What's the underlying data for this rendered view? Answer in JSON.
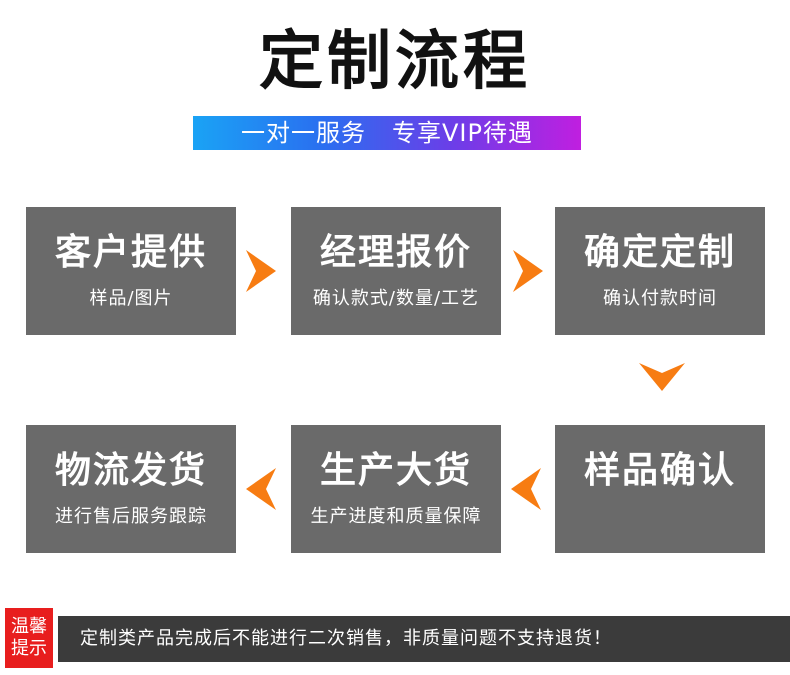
{
  "title": "定制流程",
  "subtitle": {
    "left": "一对一服务",
    "right": "专享VIP待遇",
    "gradient": [
      "#1aa3f5",
      "#2a6ff0",
      "#6b3ee8",
      "#c01fe0"
    ]
  },
  "colors": {
    "box": "#6a6a6a",
    "arrow": "#f77c12",
    "notice_badge": "#e81e1e",
    "notice_bar": "#3b3b3b"
  },
  "steps": [
    {
      "title": "客户提供",
      "sub": "样品/图片"
    },
    {
      "title": "经理报价",
      "sub": "确认款式/数量/工艺"
    },
    {
      "title": "确定定制",
      "sub": "确认付款时间"
    },
    {
      "title": "样品确认",
      "sub": ""
    },
    {
      "title": "生产大货",
      "sub": "生产进度和质量保障"
    },
    {
      "title": "物流发货",
      "sub": "进行售后服务跟踪"
    }
  ],
  "notice": {
    "badge_line1": "温馨",
    "badge_line2": "提示",
    "text": "定制类产品完成后不能进行二次销售，非质量问题不支持退货！"
  }
}
